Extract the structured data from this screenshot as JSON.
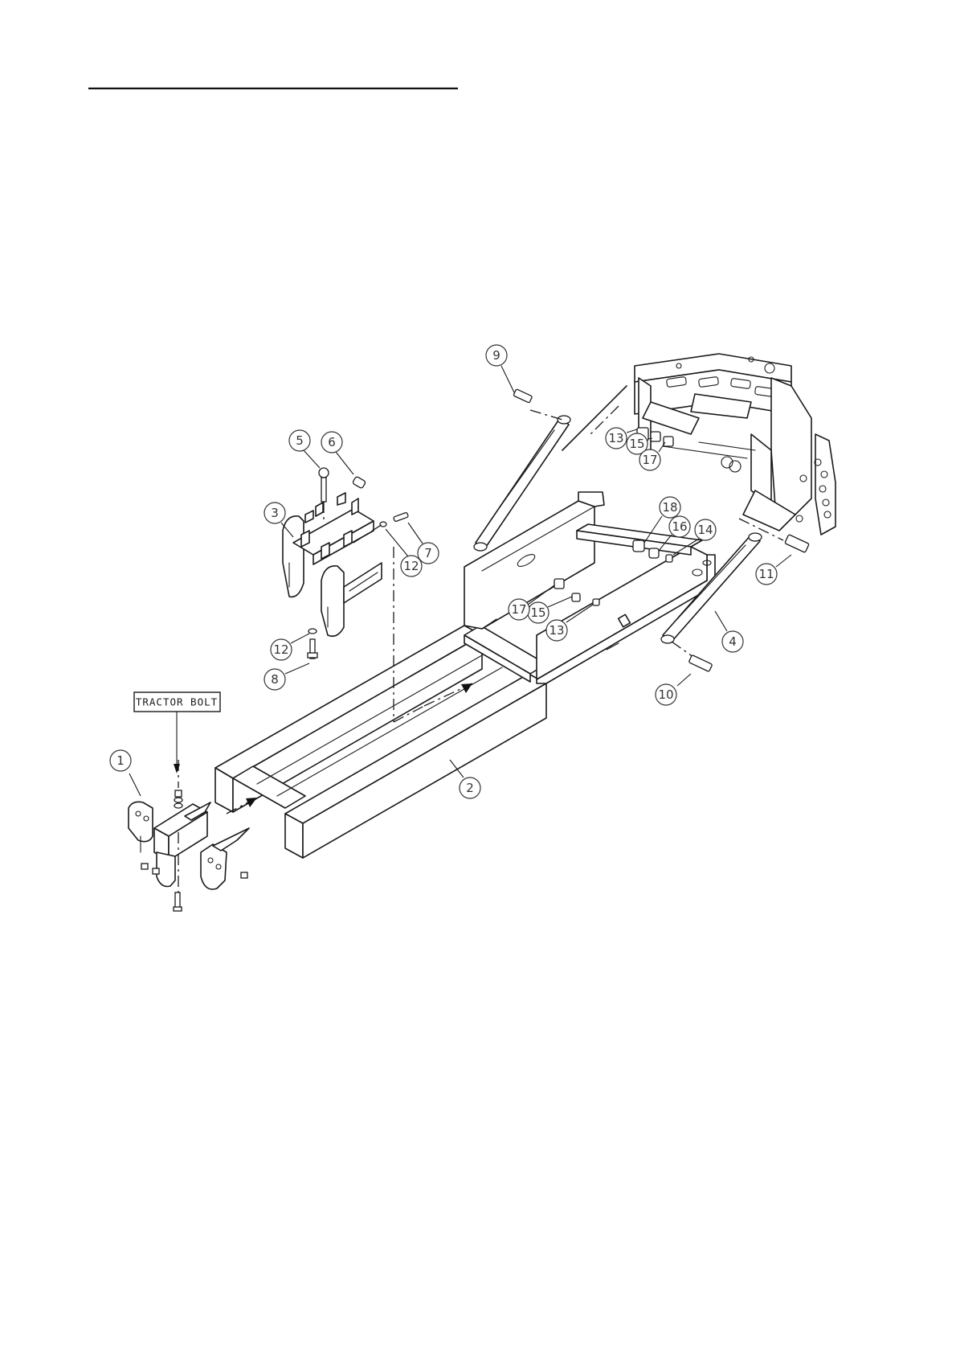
{
  "callouts": [
    "1",
    "2",
    "3",
    "4",
    "5",
    "6",
    "7",
    "8",
    "9",
    "10",
    "11",
    "12",
    "12",
    "13",
    "13",
    "14",
    "15",
    "15",
    "16",
    "17",
    "17",
    "18"
  ],
  "tractor_bolt_label": "TRACTOR BOLT"
}
